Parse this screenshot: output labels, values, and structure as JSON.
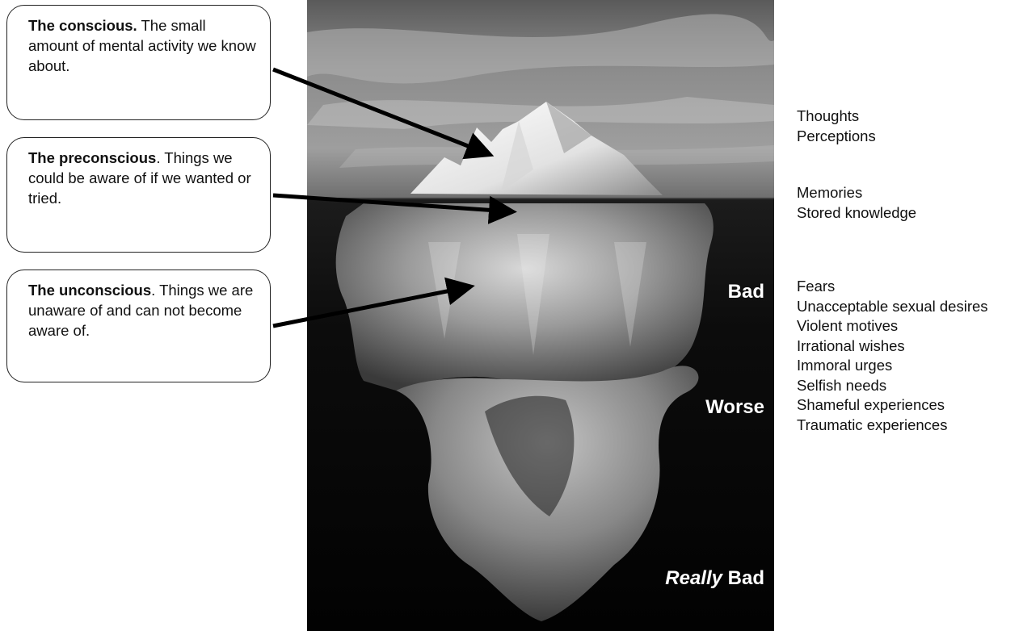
{
  "callouts": {
    "conscious": {
      "title": "The conscious.",
      "text": " The small amount of mental activity we know about."
    },
    "preconscious": {
      "title": "The preconscious",
      "text": ". Things we could be aware of if we wanted or tried."
    },
    "unconscious": {
      "title": "The unconscious",
      "text": ". Things we are unaware of and can not become aware of."
    }
  },
  "severity": {
    "bad": "Bad",
    "worse": "Worse",
    "really_italic": "Really",
    "really_rest": " Bad"
  },
  "lists": {
    "conscious": [
      "Thoughts",
      "Perceptions"
    ],
    "preconscious": [
      "Memories",
      "Stored knowledge"
    ],
    "unconscious": [
      "Fears",
      "Unacceptable sexual desires",
      "Violent motives",
      "Irrational wishes",
      "Immoral urges",
      "Selfish needs",
      "Shameful experiences",
      "Traumatic experiences"
    ]
  },
  "colors": {
    "arrow": "#000000",
    "water": "#0a0a0a",
    "ice": "#e6e6e6"
  }
}
